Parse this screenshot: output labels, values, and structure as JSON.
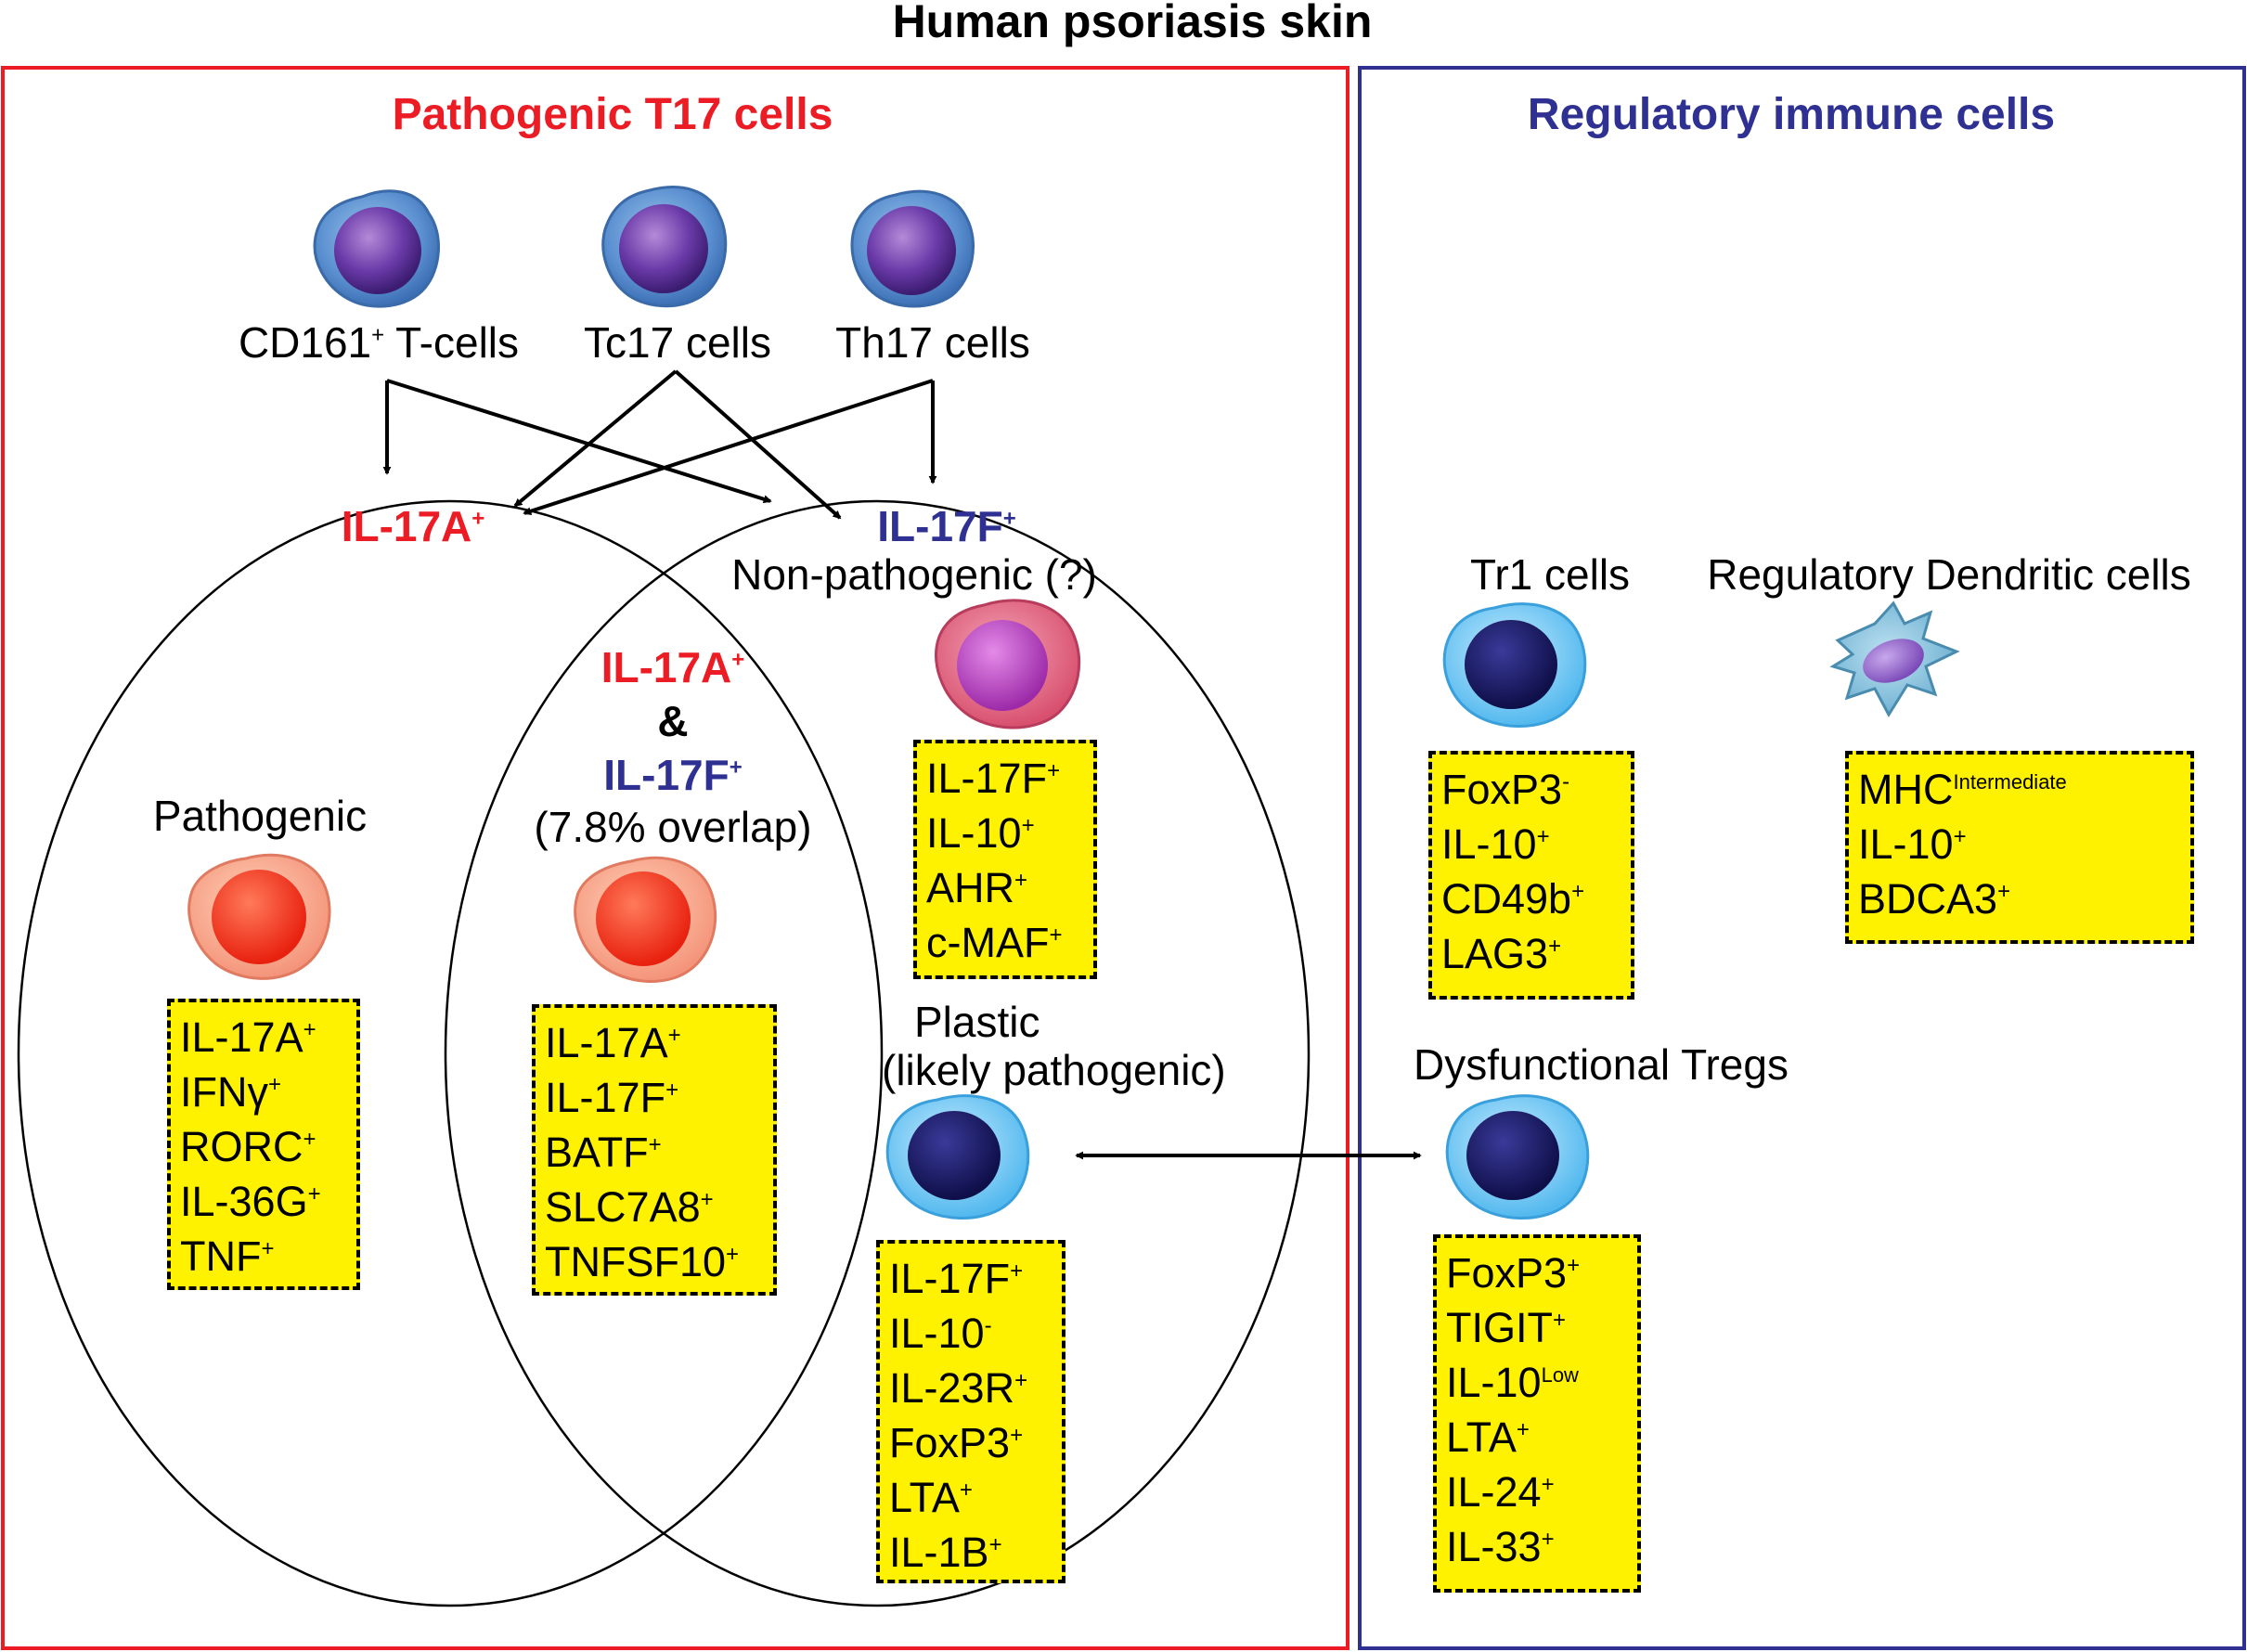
{
  "main_title": "Human psoriasis skin",
  "colors": {
    "pathogenic_red": "#ec1c24",
    "regulatory_blue": "#2e3192",
    "marker_fill": "#fff200"
  },
  "left_panel": {
    "title": "Pathogenic T17 cells",
    "sources": [
      {
        "label": "CD161",
        "sup": "+",
        "suffix": " T-cells"
      },
      {
        "label": "Tc17 cells"
      },
      {
        "label": "Th17 cells"
      }
    ],
    "il17a_heading": {
      "text": "IL-17A",
      "sup": "+"
    },
    "il17f_heading": {
      "text": "IL-17F",
      "sup": "+"
    },
    "non_pathogenic_label": "Non-pathogenic (?)",
    "overlap": {
      "a": {
        "text": "IL-17A",
        "sup": "+"
      },
      "amp": "&",
      "f": {
        "text": "IL-17F",
        "sup": "+"
      },
      "pct": "(7.8% overlap)"
    },
    "pathogenic_label": "Pathogenic",
    "plastic_label_1": "Plastic",
    "plastic_label_2": "(likely pathogenic)",
    "pathogenic_markers": [
      {
        "name": "IL-17A",
        "sup": "+"
      },
      {
        "name": "IFNγ",
        "sup": "+"
      },
      {
        "name": "RORC",
        "sup": "+"
      },
      {
        "name": "IL-36G",
        "sup": "+"
      },
      {
        "name": "TNF",
        "sup": "+"
      }
    ],
    "overlap_markers": [
      {
        "name": "IL-17A",
        "sup": "+"
      },
      {
        "name": "IL-17F",
        "sup": "+"
      },
      {
        "name": "BATF",
        "sup": "+"
      },
      {
        "name": "SLC7A8",
        "sup": "+"
      },
      {
        "name": "TNFSF10",
        "sup": "+"
      }
    ],
    "nonpathogenic_markers": [
      {
        "name": "IL-17F",
        "sup": "+"
      },
      {
        "name": "IL-10",
        "sup": "+"
      },
      {
        "name": "AHR",
        "sup": "+"
      },
      {
        "name": "c-MAF",
        "sup": "+"
      }
    ],
    "plastic_markers": [
      {
        "name": "IL-17F",
        "sup": "+"
      },
      {
        "name": "IL-10",
        "sup": "-"
      },
      {
        "name": "IL-23R",
        "sup": "+"
      },
      {
        "name": "FoxP3",
        "sup": "+"
      },
      {
        "name": "LTA",
        "sup": "+"
      },
      {
        "name": "IL-1B",
        "sup": "+"
      }
    ]
  },
  "right_panel": {
    "title": "Regulatory immune cells",
    "tr1_label": "Tr1 cells",
    "rdc_label": "Regulatory Dendritic cells",
    "dys_label": "Dysfunctional Tregs",
    "tr1_markers": [
      {
        "name": "FoxP3",
        "sup": "-"
      },
      {
        "name": "IL-10",
        "sup": "+"
      },
      {
        "name": "CD49b",
        "sup": "+"
      },
      {
        "name": "LAG3",
        "sup": "+"
      }
    ],
    "rdc_markers": [
      {
        "name": "MHC",
        "sup": "Intermediate"
      },
      {
        "name": "IL-10",
        "sup": "+"
      },
      {
        "name": "BDCA3",
        "sup": "+"
      }
    ],
    "dys_markers": [
      {
        "name": "FoxP3",
        "sup": "+"
      },
      {
        "name": "TIGIT",
        "sup": "+"
      },
      {
        "name": "IL-10",
        "sup": "Low"
      },
      {
        "name": "LTA",
        "sup": "+"
      },
      {
        "name": "IL-24",
        "sup": "+"
      },
      {
        "name": "IL-33",
        "sup": "+"
      }
    ]
  }
}
